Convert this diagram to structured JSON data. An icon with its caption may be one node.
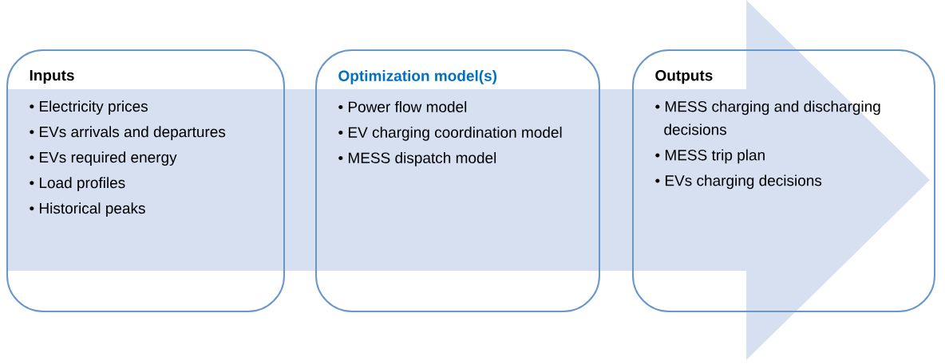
{
  "diagram": {
    "nodes": [
      {
        "text": [
          "Inputs",
          "• Electricity prices",
          "• EVs arrivals and departures",
          "• EVs required energy",
          "• Load profiles",
          "• Historical peaks"
        ]
      },
      {
        "text": [
          "Optimization model(s)",
          "• Power flow model",
          "• EV charging coordination model",
          "• MESS dispatch model"
        ]
      },
      {
        "text": [
          "Outputs",
          "• MESS charging and discharging decisions",
          "• MESS trip plan",
          "• EVs charging decisions"
        ]
      }
    ],
    "edges": [
      {
        "from": 0,
        "to": 2,
        "arrow": "to"
      }
    ]
  }
}
